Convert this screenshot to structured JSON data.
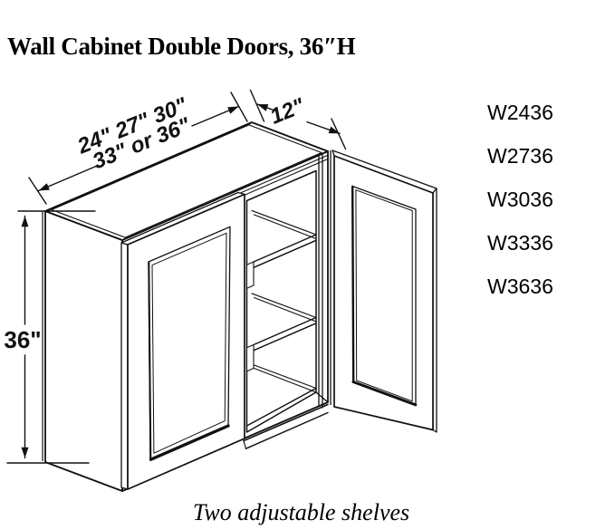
{
  "title": "Wall Cabinet Double Doors, 36″H",
  "drawing": {
    "width_label_line1": "24\" 27\" 30\"",
    "width_label_line2": "33\" or 36\"",
    "depth_label": "12\"",
    "height_label": "36\"",
    "caption": "Two adjustable shelves"
  },
  "product_codes": [
    "W2436",
    "W2736",
    "W3036",
    "W3336",
    "W3636"
  ],
  "colors": {
    "line": "#111111",
    "background": "#ffffff",
    "text": "#000000"
  }
}
